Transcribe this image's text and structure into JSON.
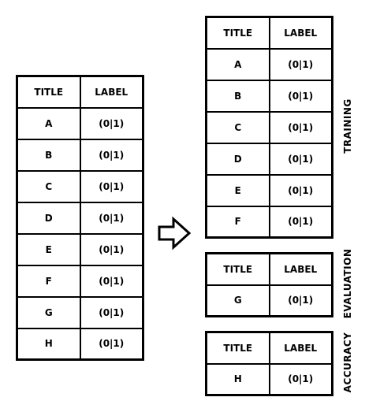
{
  "source_table": {
    "headers": [
      "TITLE",
      "LABEL"
    ],
    "rows": [
      [
        "A",
        "(0|1)"
      ],
      [
        "B",
        "(0|1)"
      ],
      [
        "C",
        "(0|1)"
      ],
      [
        "D",
        "(0|1)"
      ],
      [
        "E",
        "(0|1)"
      ],
      [
        "F",
        "(0|1)"
      ],
      [
        "G",
        "(0|1)"
      ],
      [
        "H",
        "(0|1)"
      ]
    ]
  },
  "arrow_icon": "right-arrow-icon",
  "splits": {
    "training": {
      "label": "TRAINING",
      "headers": [
        "TITLE",
        "LABEL"
      ],
      "rows": [
        [
          "A",
          "(0|1)"
        ],
        [
          "B",
          "(0|1)"
        ],
        [
          "C",
          "(0|1)"
        ],
        [
          "D",
          "(0|1)"
        ],
        [
          "E",
          "(0|1)"
        ],
        [
          "F",
          "(0|1)"
        ]
      ]
    },
    "evaluation": {
      "label": "EVALUATION",
      "headers": [
        "TITLE",
        "LABEL"
      ],
      "rows": [
        [
          "G",
          "(0|1)"
        ]
      ]
    },
    "accuracy": {
      "label": "ACCURACY",
      "headers": [
        "TITLE",
        "LABEL"
      ],
      "rows": [
        [
          "H",
          "(0|1)"
        ]
      ]
    }
  }
}
